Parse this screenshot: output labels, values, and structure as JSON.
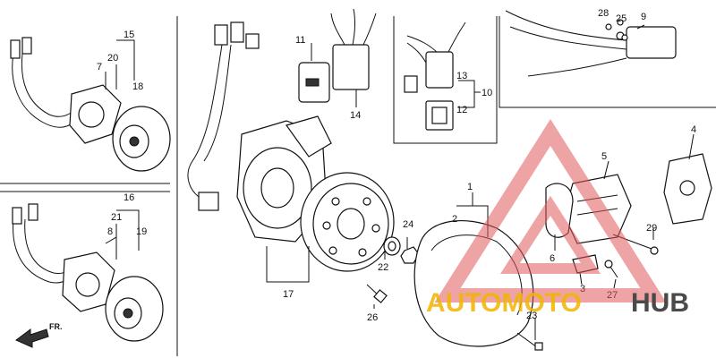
{
  "labels": {
    "fr": "FR."
  },
  "callouts": {
    "n1": "1",
    "n2": "2",
    "n3": "3",
    "n4": "4",
    "n5": "5",
    "n6": "6",
    "n7": "7",
    "n8": "8",
    "n9": "9",
    "n10": "10",
    "n11": "11",
    "n12": "12",
    "n13": "13",
    "n14": "14",
    "n15": "15",
    "n16": "16",
    "n17": "17",
    "n18": "18",
    "n19": "19",
    "n20": "20",
    "n21": "21",
    "n22": "22",
    "n23": "23",
    "n24": "24",
    "n25": "25",
    "n26": "26",
    "n27": "27",
    "n28": "28",
    "n29": "29"
  },
  "watermark": {
    "part1": "AUTOMOTO",
    "part2": "HUB"
  }
}
